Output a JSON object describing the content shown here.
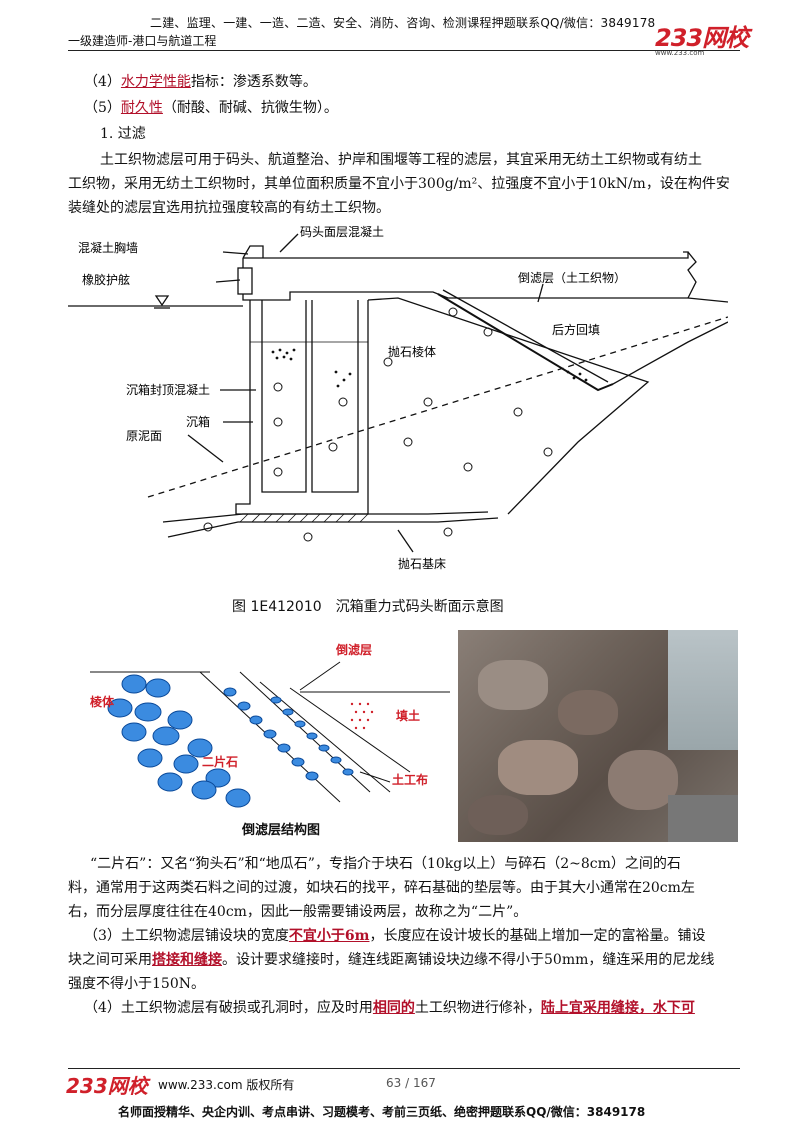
{
  "header": {
    "top_line": "二建、监理、一建、一造、二造、安全、消防、咨询、检测课程押题联系QQ/微信：3849178",
    "subtitle": "一级建造师-港口与航道工程",
    "logo": "233网校",
    "logo_url": "www.233.com"
  },
  "content": {
    "item4_prefix": "（4）",
    "item4_term": "水力学性能",
    "item4_rest": "指标：渗透系数等。",
    "item5_prefix": "（5）",
    "item5_term": "耐久性",
    "item5_rest": "（耐酸、耐碱、抗微生物）。",
    "section_title": "1. 过滤",
    "para1_line1": "土工织物滤层可用于码头、航道整治、护岸和围堰等工程的滤层，其宜采用无纺土工织物或有纺土",
    "para1_line2": "工织物，采用无纺土工织物时，其单位面积质量不宜小于300g/m²、拉强度不宜小于10kN/m，设在构件安",
    "para1_line3": "装缝处的滤层宜选用抗拉强度较高的有纺土工织物。",
    "quote_line1": "“二片石”：又名“狗头石”和“地瓜石”，专指介于块石（10kg以上）与碎石（2~8cm）之间的石",
    "quote_line2": "料，通常用于这两类石料之间的过渡，如块石的找平，碎石基础的垫层等。由于其大小通常在20cm左",
    "quote_line3": "右，而分层厚度往往在40cm，因此一般需要铺设两层，故称之为“二片”。",
    "p3_a": "（3）土工织物滤层铺设块的宽度",
    "p3_b": "不宜小于6m",
    "p3_c": "，长度应在设计坡长的基础上增加一定的富裕量。铺设",
    "p3_line2_a": "块之间可采用",
    "p3_line2_b": "搭接和缝接",
    "p3_line2_c": "。设计要求缝接时，缝连线距离铺设块边缘不得小于50mm，缝连采用的尼龙线",
    "p3_line3": "强度不得小于150N。",
    "p4_a": "（4）土工织物滤层有破损或孔洞时，应及时用",
    "p4_b": "相同的",
    "p4_c": "土工织物进行修补，",
    "p4_d": "陆上宜采用缝接，水下可"
  },
  "figure1": {
    "caption": "图 1E412010　沉箱重力式码头断面示意图",
    "labels": {
      "l1": "混凝土胸墙",
      "l2": "码头面层混凝土",
      "l3": "橡胶护舷",
      "l4": "倒滤层（土工织物）",
      "l5": "后方回填",
      "l6": "抛石棱体",
      "l7": "沉箱封顶混凝土",
      "l8": "沉箱",
      "l9": "原泥面",
      "l10": "抛石基床"
    }
  },
  "figure2": {
    "caption": "倒滤层结构图",
    "labels": {
      "a": "棱体",
      "b": "倒滤层",
      "c": "填土",
      "d": "二片石",
      "e": "土工布"
    }
  },
  "footer": {
    "url_text": "www.233.com 版权所有",
    "page": "63 / 167",
    "bottom_line": "名师面授精华、央企内训、考点串讲、习题模考、考前三页纸、绝密押题联系QQ/微信：3849178"
  }
}
